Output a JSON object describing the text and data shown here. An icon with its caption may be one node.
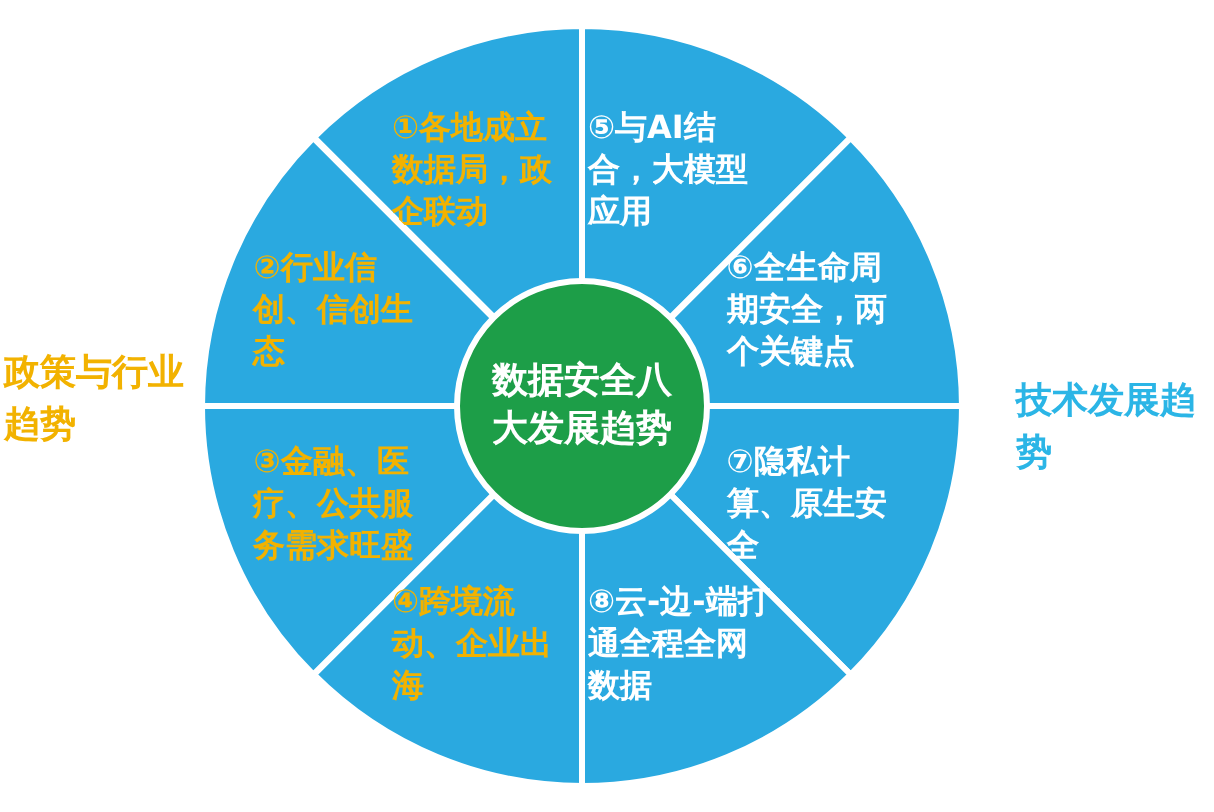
{
  "diagram": {
    "nodes": [
      {
        "text": [
          "①各地成立数据局，政企联动"
        ]
      },
      {
        "text": [
          "②行业信创、信创生态"
        ]
      },
      {
        "text": [
          "③金融、医疗、公共服务需求旺盛"
        ]
      },
      {
        "text": [
          "④跨境流动、企业出海"
        ]
      },
      {
        "text": [
          "⑤与AI结合，大模型应用"
        ]
      },
      {
        "text": [
          "⑥全生命周期安全，两个关键点"
        ]
      },
      {
        "text": [
          "⑦隐私计算、原生安全"
        ]
      },
      {
        "text": [
          "⑧云-边-端打通全程全网数据"
        ]
      },
      {
        "text": [
          "数据安全八大发展趋势"
        ]
      }
    ],
    "edges": [],
    "labels": [
      "政策与行业趋势",
      "技术发展趋势"
    ]
  }
}
